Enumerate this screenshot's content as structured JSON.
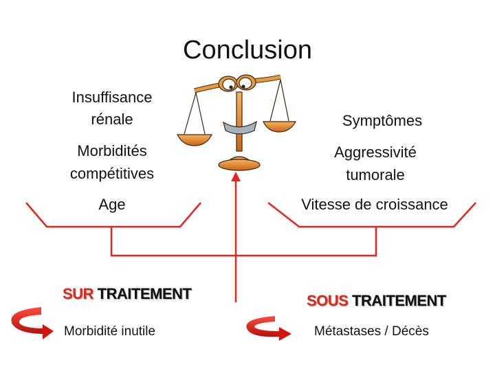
{
  "title": "Conclusion",
  "left_factors": [
    "Insuffisance",
    "rénale",
    "Morbidités",
    "compétitives",
    "Age"
  ],
  "right_factors": [
    "Symptômes",
    "Aggressivité",
    "tumorale",
    "Vitesse de croissance"
  ],
  "over_treatment": {
    "prefix": "SUR",
    "word": "TRAITEMENT",
    "consequence": "Morbidité inutile"
  },
  "under_treatment": {
    "prefix": "SOUS",
    "word": "TRAITEMENT",
    "consequence": "Métastases / Décès"
  },
  "colors": {
    "accent": "#e8231e",
    "scale": "#e08a2a"
  }
}
